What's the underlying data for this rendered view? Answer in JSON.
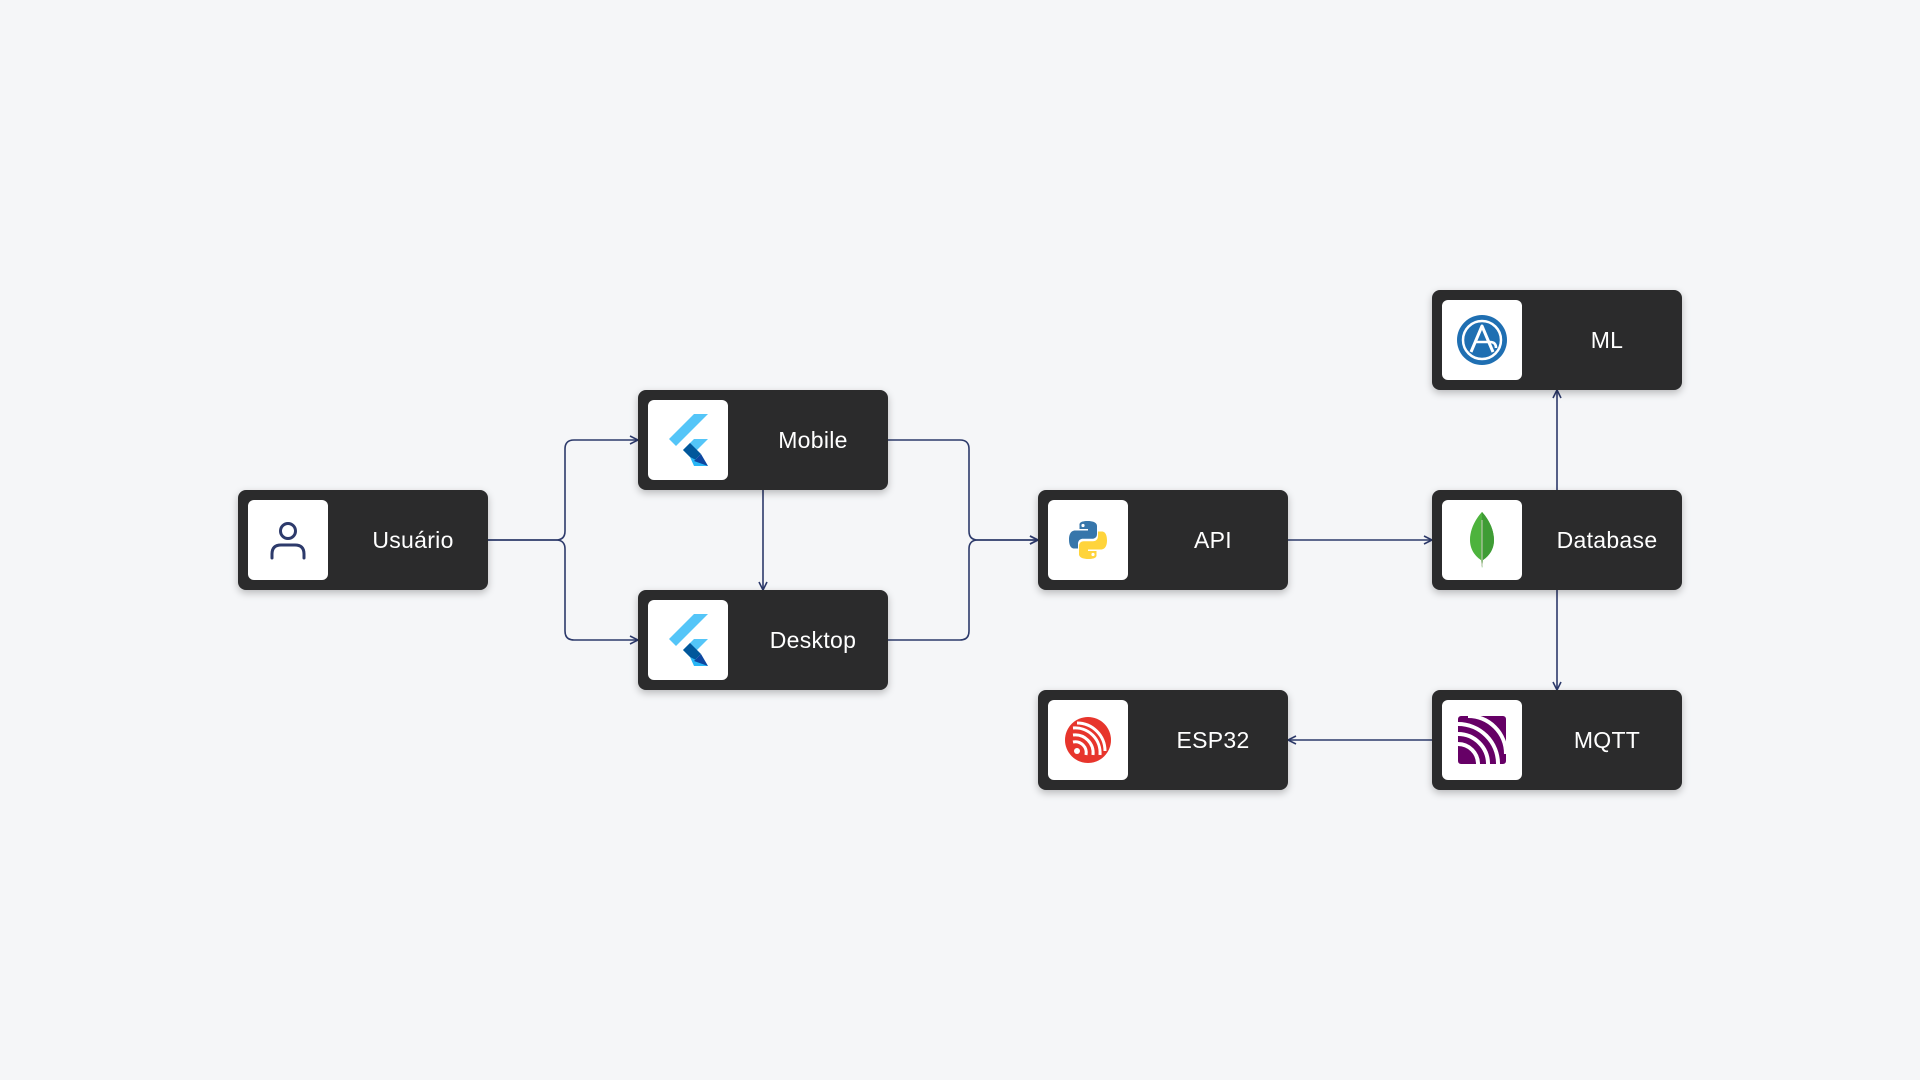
{
  "diagram": {
    "nodes": {
      "usuario": {
        "label": "Usuário",
        "icon": "user-icon"
      },
      "mobile": {
        "label": "Mobile",
        "icon": "flutter-icon"
      },
      "desktop": {
        "label": "Desktop",
        "icon": "flutter-icon"
      },
      "api": {
        "label": "API",
        "icon": "python-icon"
      },
      "database": {
        "label": "Database",
        "icon": "mongodb-icon"
      },
      "ml": {
        "label": "ML",
        "icon": "ml-logo-icon"
      },
      "mqtt": {
        "label": "MQTT",
        "icon": "mqtt-icon"
      },
      "esp32": {
        "label": "ESP32",
        "icon": "espressif-icon"
      }
    },
    "edges": [
      {
        "from": "Usuário",
        "to": "Mobile"
      },
      {
        "from": "Usuário",
        "to": "Desktop"
      },
      {
        "from": "Mobile",
        "to": "Desktop"
      },
      {
        "from": "Mobile",
        "to": "API"
      },
      {
        "from": "Desktop",
        "to": "API"
      },
      {
        "from": "API",
        "to": "Database"
      },
      {
        "from": "Database",
        "to": "ML"
      },
      {
        "from": "Database",
        "to": "MQTT"
      },
      {
        "from": "MQTT",
        "to": "ESP32"
      }
    ],
    "colors": {
      "background": "#f5f6f8",
      "node_fill": "#2b2b2c",
      "node_text": "#ffffff",
      "connector": "#2d3a6b"
    }
  }
}
